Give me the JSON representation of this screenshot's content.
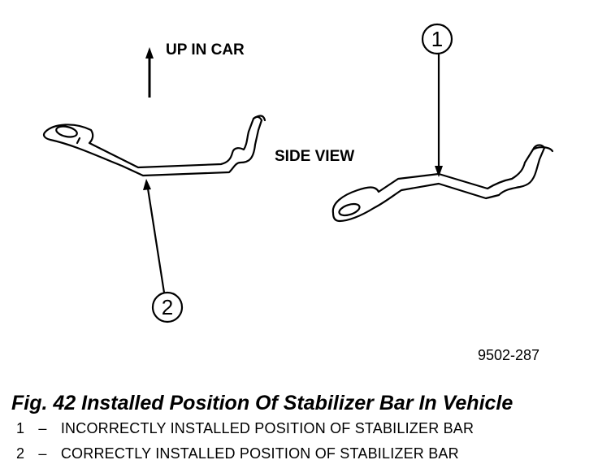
{
  "labels": {
    "up_in_car": "UP IN CAR",
    "side_view": "SIDE VIEW"
  },
  "callouts": {
    "one": "1",
    "two": "2"
  },
  "figure_id": "9502-287",
  "caption": {
    "title": "Fig. 42 Installed Position Of Stabilizer Bar In Vehicle",
    "legend": [
      {
        "num": "1",
        "dash": "–",
        "text": "INCORRECTLY INSTALLED POSITION OF STABILIZER BAR"
      },
      {
        "num": "2",
        "dash": "–",
        "text": "CORRECTLY INSTALLED POSITION OF STABILIZER BAR"
      }
    ]
  }
}
